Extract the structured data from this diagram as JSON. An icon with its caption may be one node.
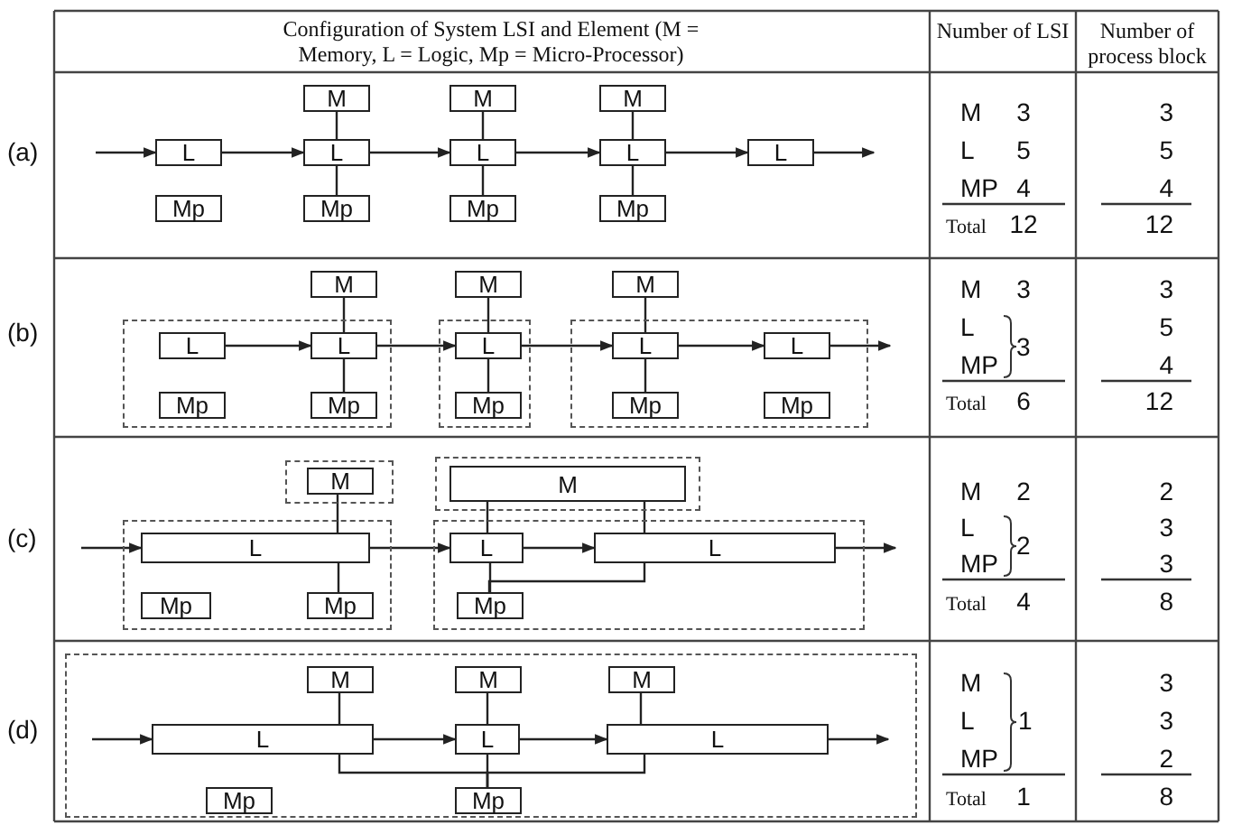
{
  "diagram": {
    "nodes": [
      {
        "text": [
          "L"
        ]
      },
      {
        "text": [
          "Mp"
        ]
      },
      {
        "text": [
          "M"
        ]
      },
      {
        "text": [
          "L"
        ]
      },
      {
        "text": [
          "Mp"
        ]
      },
      {
        "text": [
          "M"
        ]
      },
      {
        "text": [
          "L"
        ]
      },
      {
        "text": [
          "Mp"
        ]
      },
      {
        "text": [
          "M"
        ]
      },
      {
        "text": [
          "L"
        ]
      },
      {
        "text": [
          "Mp"
        ]
      },
      {
        "text": [
          "L"
        ]
      },
      {
        "text": [
          "M"
        ]
      },
      {
        "text": [],
        "shape": "box"
      },
      {
        "text": [
          "L"
        ],
        "in": 13
      },
      {
        "text": [
          "Mp"
        ],
        "in": 13
      },
      {
        "text": [
          "L"
        ],
        "in": 13
      },
      {
        "text": [
          "Mp"
        ],
        "in": 13
      },
      {
        "text": [
          "M"
        ]
      },
      {
        "text": [],
        "shape": "box"
      },
      {
        "text": [
          "L"
        ],
        "in": 19
      },
      {
        "text": [
          "Mp"
        ],
        "in": 19
      },
      {
        "text": [
          "M"
        ]
      },
      {
        "text": [],
        "shape": "box"
      },
      {
        "text": [
          "L"
        ],
        "in": 23
      },
      {
        "text": [
          "Mp"
        ],
        "in": 23
      },
      {
        "text": [
          "L"
        ],
        "in": 23
      },
      {
        "text": [
          "Mp"
        ],
        "in": 23
      },
      {
        "text": [],
        "shape": "box"
      },
      {
        "text": [
          "M"
        ],
        "in": 28
      },
      {
        "text": [],
        "shape": "box"
      },
      {
        "text": [
          "L"
        ],
        "in": 30
      },
      {
        "text": [
          "Mp"
        ],
        "in": 30
      },
      {
        "text": [
          "Mp"
        ],
        "in": 30
      },
      {
        "text": [],
        "shape": "box"
      },
      {
        "text": [
          "M"
        ],
        "in": 34
      },
      {
        "text": [],
        "shape": "box"
      },
      {
        "text": [
          "L"
        ],
        "in": 36
      },
      {
        "text": [
          "L"
        ],
        "in": 36
      },
      {
        "text": [
          "Mp"
        ],
        "in": 36
      },
      {
        "text": [],
        "shape": "box"
      },
      {
        "text": [
          "M"
        ],
        "in": 40
      },
      {
        "text": [
          "M"
        ],
        "in": 40
      },
      {
        "text": [
          "M"
        ],
        "in": 40
      },
      {
        "text": [
          "L"
        ],
        "in": 40
      },
      {
        "text": [
          "L"
        ],
        "in": 40
      },
      {
        "text": [
          "L"
        ],
        "in": 40
      },
      {
        "text": [
          "Mp"
        ],
        "in": 40
      },
      {
        "text": [
          "Mp"
        ],
        "in": 40
      }
    ],
    "edges": [
      {
        "from": null,
        "to": 0,
        "arrow": "to"
      },
      {
        "from": 0,
        "to": 3,
        "arrow": "to"
      },
      {
        "from": 3,
        "to": 6,
        "arrow": "to"
      },
      {
        "from": 6,
        "to": 9,
        "arrow": "to"
      },
      {
        "from": 9,
        "to": 11,
        "arrow": "to"
      },
      {
        "from": 11,
        "to": null,
        "arrow": "to"
      },
      {
        "from": 2,
        "to": 3,
        "arrow": "none"
      },
      {
        "from": 3,
        "to": 4,
        "arrow": "none"
      },
      {
        "from": 5,
        "to": 6,
        "arrow": "none"
      },
      {
        "from": 6,
        "to": 7,
        "arrow": "none"
      },
      {
        "from": 8,
        "to": 9,
        "arrow": "none"
      },
      {
        "from": 9,
        "to": 10,
        "arrow": "none"
      },
      {
        "from": 14,
        "to": 16,
        "arrow": "to"
      },
      {
        "from": 16,
        "to": 20,
        "arrow": "to"
      },
      {
        "from": 20,
        "to": 24,
        "arrow": "to"
      },
      {
        "from": 24,
        "to": 26,
        "arrow": "to"
      },
      {
        "from": 26,
        "to": null,
        "arrow": "to"
      },
      {
        "from": 12,
        "to": 16,
        "arrow": "none"
      },
      {
        "from": 16,
        "to": 17,
        "arrow": "none"
      },
      {
        "from": 18,
        "to": 20,
        "arrow": "none"
      },
      {
        "from": 20,
        "to": 21,
        "arrow": "none"
      },
      {
        "from": 22,
        "to": 24,
        "arrow": "none"
      },
      {
        "from": 24,
        "to": 25,
        "arrow": "none"
      },
      {
        "from": null,
        "to": 31,
        "arrow": "to"
      },
      {
        "from": 31,
        "to": 37,
        "arrow": "to"
      },
      {
        "from": 37,
        "to": 38,
        "arrow": "to"
      },
      {
        "from": 38,
        "to": null,
        "arrow": "to"
      },
      {
        "from": 29,
        "to": 31,
        "arrow": "none"
      },
      {
        "from": 31,
        "to": 33,
        "arrow": "none"
      },
      {
        "from": 35,
        "to": 37,
        "arrow": "none"
      },
      {
        "from": 35,
        "to": 38,
        "arrow": "none"
      },
      {
        "from": 37,
        "to": 39,
        "arrow": "none"
      },
      {
        "from": 38,
        "to": 39,
        "arrow": "none"
      },
      {
        "from": null,
        "to": 44,
        "arrow": "to"
      },
      {
        "from": 44,
        "to": 45,
        "arrow": "to"
      },
      {
        "from": 45,
        "to": 46,
        "arrow": "to"
      },
      {
        "from": 46,
        "to": null,
        "arrow": "to"
      },
      {
        "from": 41,
        "to": 44,
        "arrow": "none"
      },
      {
        "from": 42,
        "to": 45,
        "arrow": "none"
      },
      {
        "from": 43,
        "to": 46,
        "arrow": "none"
      },
      {
        "from": 44,
        "to": 48,
        "arrow": "none"
      },
      {
        "from": 45,
        "to": 48,
        "arrow": "none"
      },
      {
        "from": 46,
        "to": 48,
        "arrow": "none"
      }
    ],
    "labels": [
      "Configuration of System LSI and Element (M = Memory, L = Logic, Mp = Micro-Processor)",
      "Number of LSI",
      "Number of process block",
      "(a)",
      "M",
      "3",
      "L",
      "5",
      "MP",
      "4",
      "Total",
      "12",
      "3",
      "5",
      "4",
      "12",
      "(b)",
      "M",
      "3",
      "L",
      "MP",
      "3",
      "Total",
      "6",
      "3",
      "5",
      "4",
      "12",
      "(c)",
      "M",
      "2",
      "L",
      "MP",
      "2",
      "Total",
      "4",
      "2",
      "3",
      "3",
      "8",
      "(d)",
      "M",
      "L",
      "MP",
      "1",
      "Total",
      "1",
      "3",
      "3",
      "2",
      "8"
    ]
  }
}
